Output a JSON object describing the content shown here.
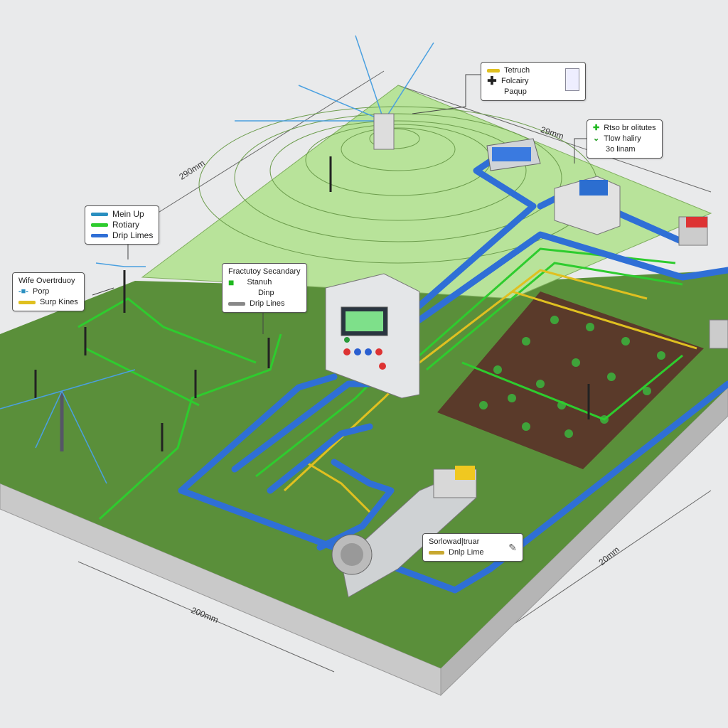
{
  "colors": {
    "main_pipe": "#2f6fd6",
    "lateral_green": "#2ecc2e",
    "yellow_line": "#e0c020",
    "grass": "#5a8f3a",
    "hill": "#b8e39a",
    "soil": "#5a3a2a",
    "slab": "#cfcfcf"
  },
  "callouts": {
    "legend_main": {
      "items": [
        {
          "label": "Mein Up",
          "color": "#2a8fc0"
        },
        {
          "label": "Rotiary",
          "color": "#2ecc2e"
        },
        {
          "label": "Drip Limes",
          "color": "#2f6fd6"
        }
      ]
    },
    "legend_left": {
      "title": "Wife Overtrduoy",
      "items": [
        {
          "label": "Porp",
          "icon": "valve-icon"
        },
        {
          "label": "Surp Kines",
          "color": "#e0c020"
        }
      ]
    },
    "legend_center": {
      "title": "Fractutoy Secandary",
      "items": [
        {
          "label": "Stanuh",
          "icon": "green-valve-icon"
        },
        {
          "label": "Dinp"
        },
        {
          "label": "Drip Lines",
          "color": "#888888"
        }
      ]
    },
    "legend_top": {
      "items": [
        {
          "label": "Tetruch",
          "color": "#e0c020"
        },
        {
          "label": "Folcairy",
          "icon": "plus-icon"
        },
        {
          "label": "Paqup"
        }
      ],
      "icon": "controller-unit-icon"
    },
    "legend_top_right": {
      "items": [
        {
          "label": "Rtso br olitutes",
          "icon": "green-cross-icon"
        },
        {
          "label": "Tlow haliry",
          "icon": "chevron-icon"
        },
        {
          "label": "3o linam"
        }
      ]
    },
    "legend_bottom": {
      "items": [
        {
          "label": "Sorlowad|truar"
        },
        {
          "label": "Dnlp Lime",
          "color": "#c8a830"
        }
      ],
      "icon": "nozzle-icon"
    }
  },
  "dimensions": {
    "top_left": "290mm",
    "top_right": "29mm",
    "bottom": "200mm",
    "right": "20mm"
  }
}
